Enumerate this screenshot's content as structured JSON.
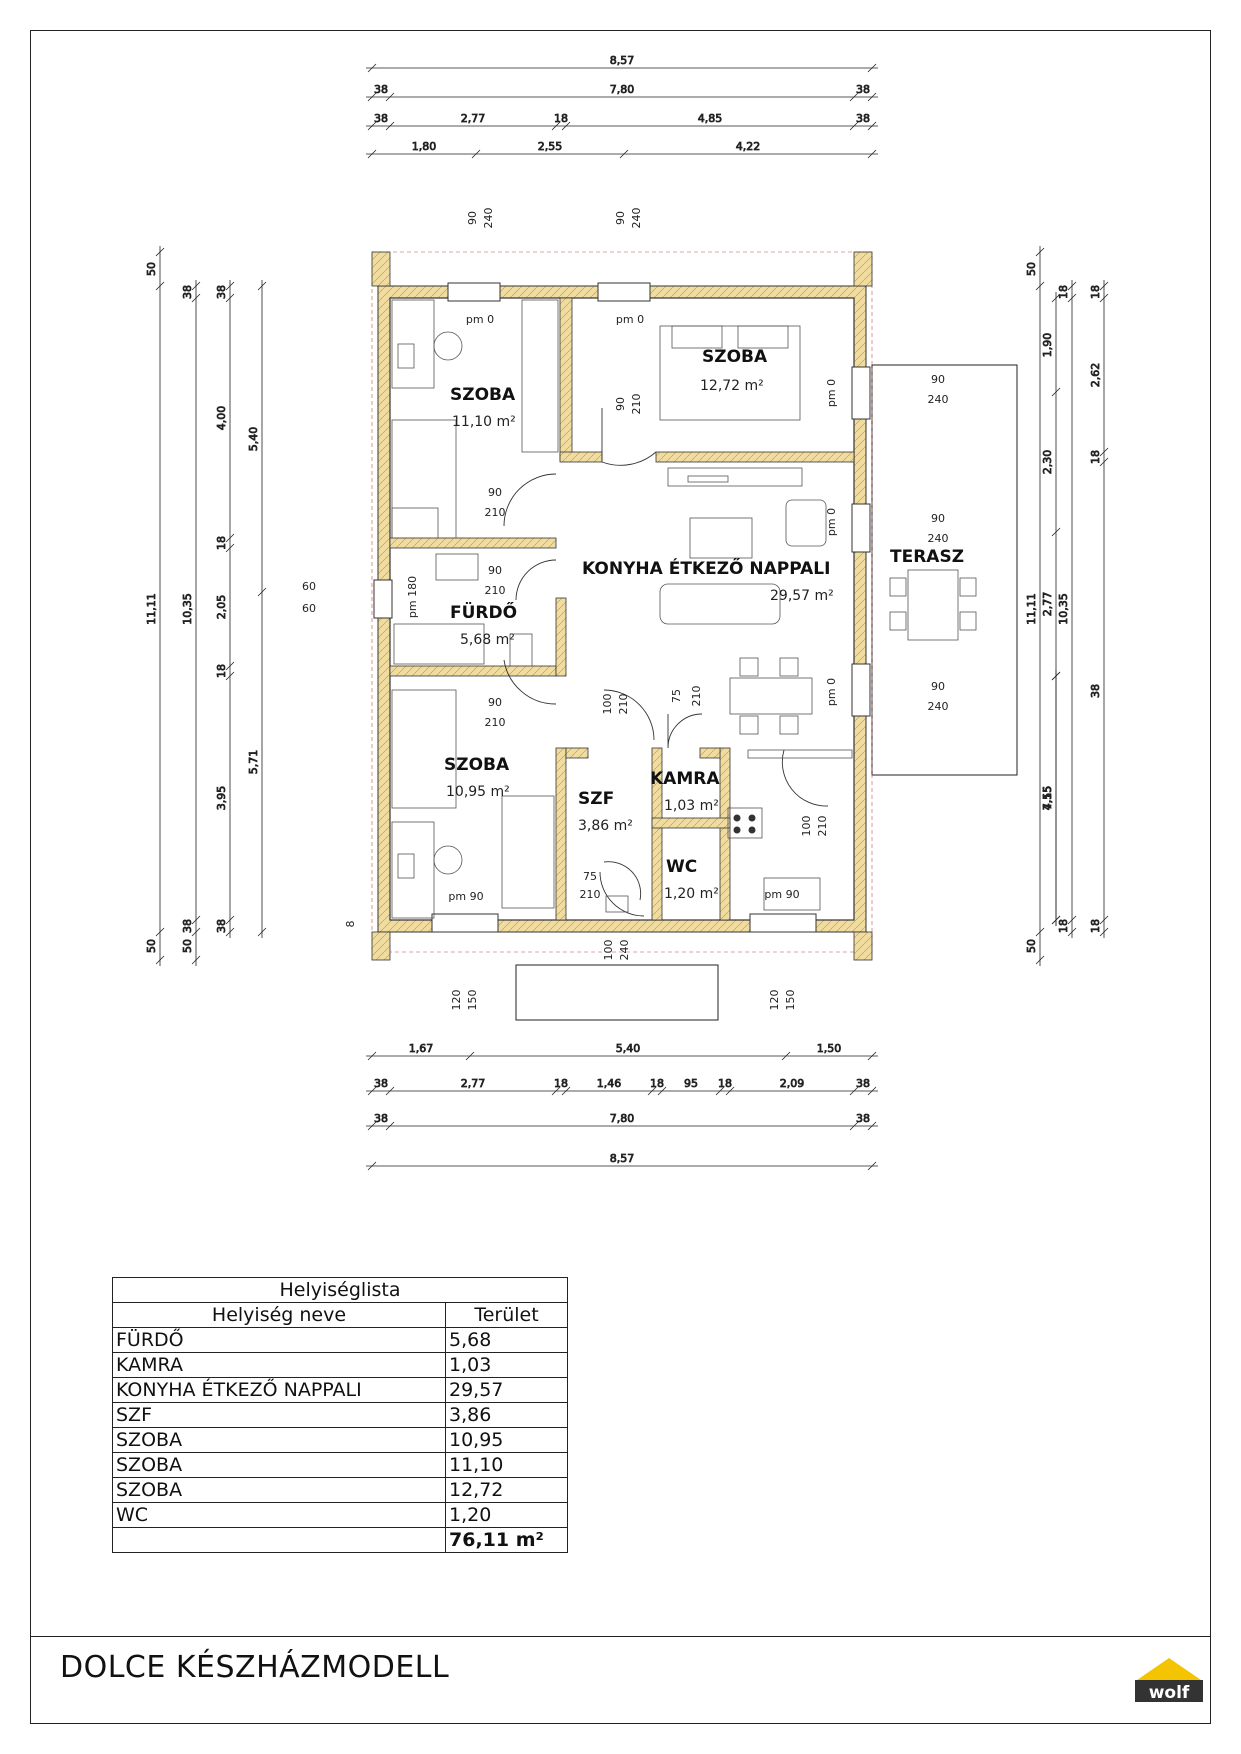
{
  "title": "DOLCE KÉSZHÁZMODELL",
  "colors": {
    "insulation": "#f1dca0",
    "wall_stroke": "#333333",
    "logo": "#f5c400"
  },
  "logo": {
    "name": "wolf-logo",
    "text": "wolf"
  },
  "table": {
    "caption": "Helyiséglista",
    "col_name": "Helyiség neve",
    "col_area": "Terület",
    "rows": [
      {
        "name": "FÜRDŐ",
        "area": "5,68"
      },
      {
        "name": "KAMRA",
        "area": "1,03"
      },
      {
        "name": "KONYHA ÉTKEZŐ NAPPALI",
        "area": "29,57"
      },
      {
        "name": "SZF",
        "area": "3,86"
      },
      {
        "name": "SZOBA",
        "area": "10,95"
      },
      {
        "name": "SZOBA",
        "area": "11,10"
      },
      {
        "name": "SZOBA",
        "area": "12,72"
      },
      {
        "name": "WC",
        "area": "1,20"
      }
    ],
    "total": "76,11 m²"
  },
  "rooms": [
    {
      "name": "SZOBA",
      "area": "11,10 m²"
    },
    {
      "name": "SZOBA",
      "area": "12,72 m²"
    },
    {
      "name": "KONYHA ÉTKEZŐ NAPPALI",
      "area": "29,57 m²"
    },
    {
      "name": "FÜRDŐ",
      "area": "5,68 m²"
    },
    {
      "name": "SZOBA",
      "area": "10,95 m²"
    },
    {
      "name": "SZF",
      "area": "3,86 m²"
    },
    {
      "name": "KAMRA",
      "area": "1,03 m²"
    },
    {
      "name": "WC",
      "area": "1,20 m²"
    },
    {
      "name": "TERASZ",
      "area": ""
    }
  ],
  "dims_top": [
    "8,57",
    "7,80",
    "2,77",
    "4,85",
    "1,80",
    "2,55",
    "4,22",
    "38",
    "18"
  ],
  "dims_bottom": [
    "1,67",
    "5,40",
    "1,50",
    "2,77",
    "1,46",
    "95",
    "2,09",
    "7,80",
    "8,57",
    "38",
    "18"
  ],
  "dims_left": [
    "11,11",
    "10,35",
    "4,00",
    "5,40",
    "2,05",
    "3,95",
    "5,71",
    "50",
    "38",
    "18"
  ],
  "dims_right": [
    "1,90",
    "2,62",
    "2,30",
    "2,77",
    "7,55",
    "4,15",
    "10,35",
    "11,11",
    "50",
    "38",
    "18"
  ],
  "openings": {
    "w_90": "90",
    "w_240": "240",
    "w_210": "210",
    "w_60": "60",
    "w_180": "180",
    "w_100": "100",
    "w_120": "120",
    "w_150": "150",
    "w_75": "75",
    "pm0": "pm 0",
    "pm90": "pm 90",
    "pm180": "pm 180",
    "eight": "8"
  }
}
